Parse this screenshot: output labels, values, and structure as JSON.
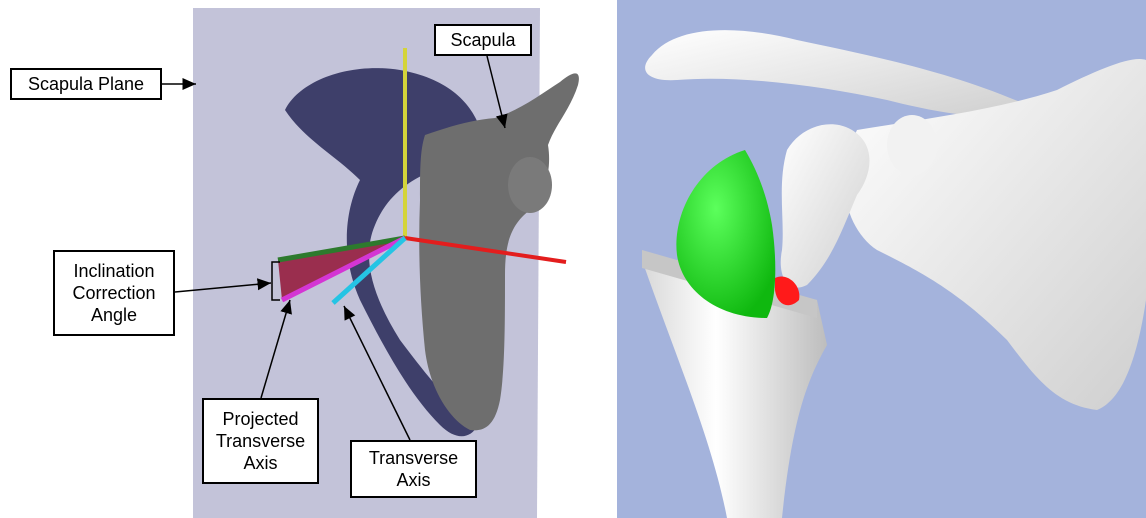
{
  "left_panel": {
    "labels": {
      "scapula_plane": "Scapula Plane",
      "scapula": "Scapula",
      "inclination_line1": "Inclination",
      "inclination_line2": "Correction",
      "inclination_line3": "Angle",
      "projected_line1": "Projected",
      "projected_line2": "Transverse",
      "projected_line3": "Axis",
      "transverse_line1": "Transverse",
      "transverse_line2": "Axis"
    },
    "colors": {
      "plane": "#c3c3d9",
      "scapula_projection": "#3e3f6a",
      "scapula_model": "#6e6e6e",
      "vertical_axis": "#d4d43a",
      "red_axis": "#e31d1d",
      "transverse_axis": "#25c4e4",
      "projected_axis": "#d435d4",
      "green_axis": "#2d7a2d",
      "angle_fill": "#9a2e4e"
    }
  },
  "right_panel": {
    "colors": {
      "background": "#a4b3dc",
      "bone": "#ececec",
      "hemisphere": "#17e017",
      "contact": "#ff1a1a"
    }
  }
}
